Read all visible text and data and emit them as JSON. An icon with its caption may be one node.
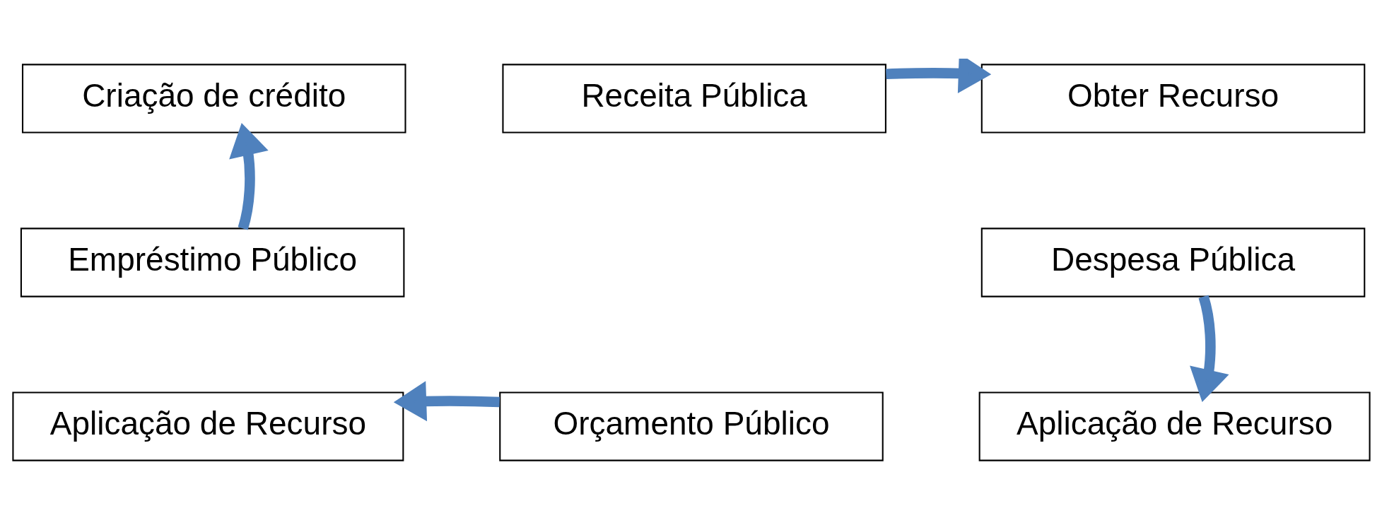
{
  "diagram": {
    "nodes": [
      {
        "text": [
          "Criação de crédito"
        ]
      },
      {
        "text": [
          "Receita Pública"
        ]
      },
      {
        "text": [
          "Obter Recurso"
        ]
      },
      {
        "text": [
          "Despesa Pública"
        ]
      },
      {
        "text": [
          "Empréstimo Público"
        ]
      },
      {
        "text": [
          "Aplicação de Recurso"
        ]
      },
      {
        "text": [
          "Orçamento Público"
        ]
      },
      {
        "text": [
          "Aplicação de Recurso"
        ]
      }
    ],
    "edges": [
      {
        "from": 1,
        "to": 2,
        "arrow": "to"
      },
      {
        "from": 4,
        "to": 0,
        "arrow": "to"
      },
      {
        "from": 3,
        "to": 7,
        "arrow": "to"
      },
      {
        "from": 6,
        "to": 5,
        "arrow": "to"
      }
    ]
  }
}
